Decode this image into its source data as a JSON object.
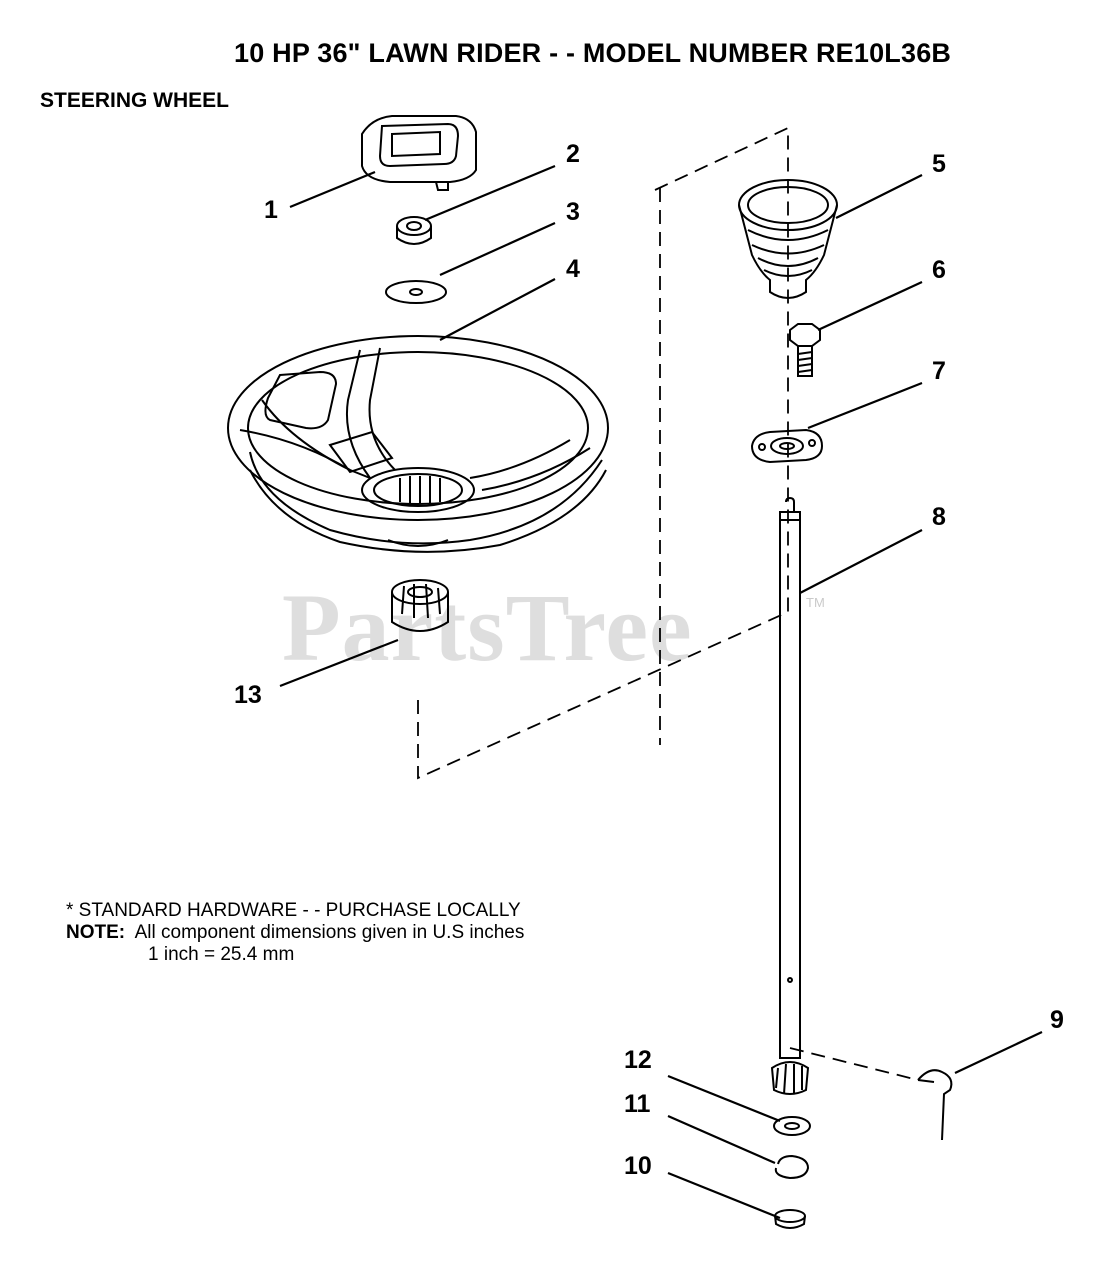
{
  "header": {
    "title": "10 HP 36\" LAWN RIDER - - MODEL NUMBER RE10L36B",
    "section": "STEERING WHEEL"
  },
  "notes": {
    "standard_hardware": "* STANDARD HARDWARE - - PURCHASE LOCALLY",
    "note_label": "NOTE:",
    "note_text": "All component dimensions given in U.S  inches",
    "conversion": "1 inch = 25.4 mm"
  },
  "watermark": {
    "text": "PartsTree",
    "tm": "TM"
  },
  "callouts": [
    "1",
    "2",
    "3",
    "4",
    "5",
    "6",
    "7",
    "8",
    "9",
    "10",
    "11",
    "12",
    "13"
  ]
}
